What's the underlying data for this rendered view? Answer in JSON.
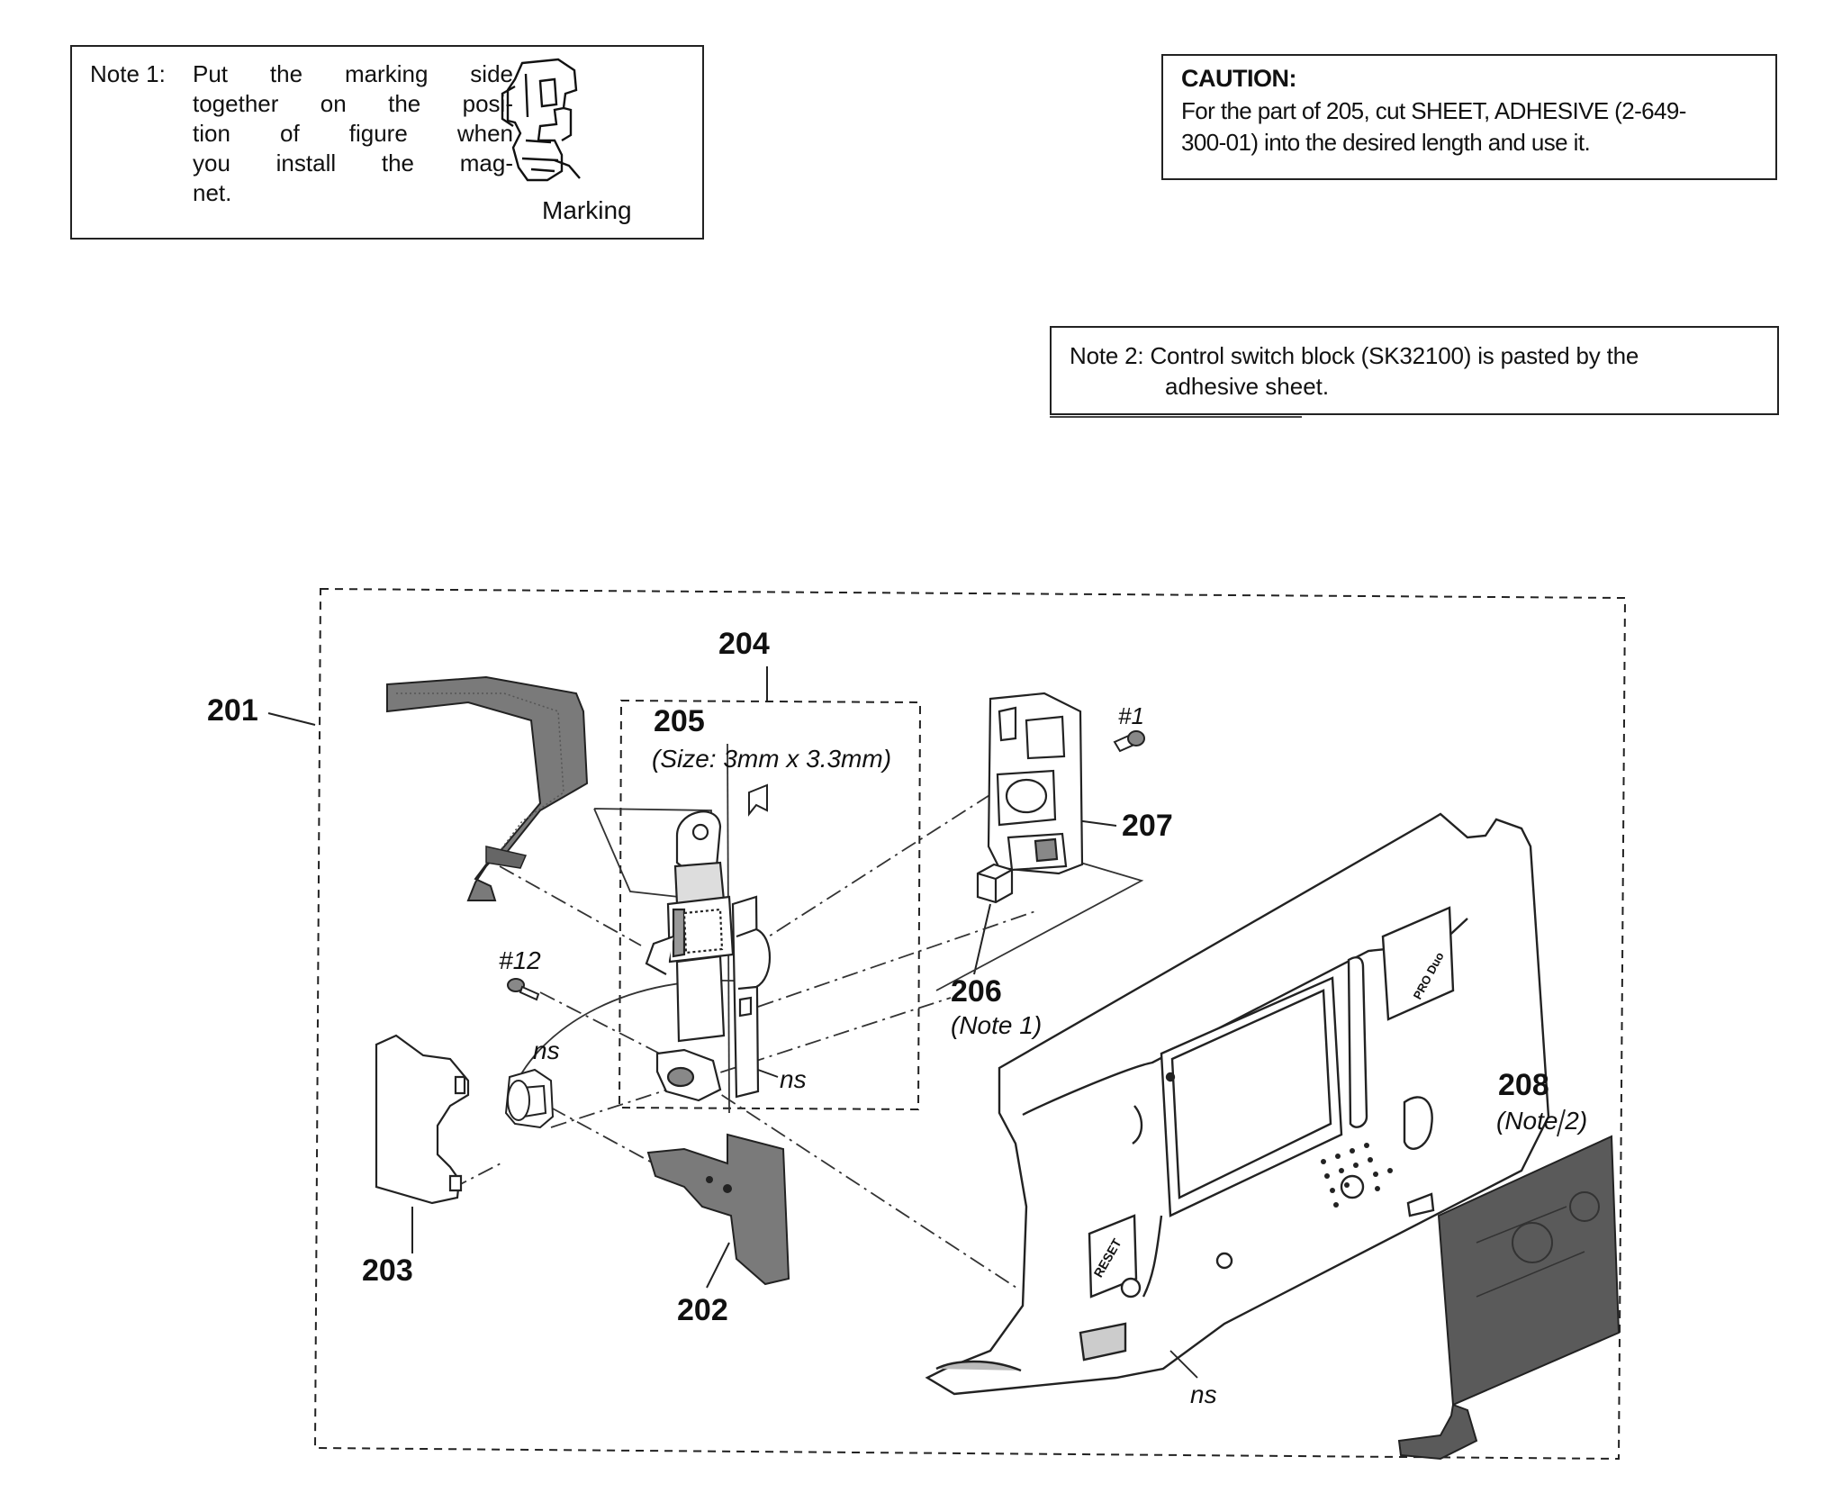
{
  "note1": {
    "label": "Note 1:",
    "lines": [
      "Put the marking side",
      "together on the posi-",
      "tion of figure when",
      "you install the mag-",
      "net."
    ],
    "marking_label": "Marking"
  },
  "caution": {
    "title": "CAUTION:",
    "lines": [
      "For the part of 205, cut SHEET, ADHESIVE (2-649-",
      "300-01) into the desired length and use it."
    ]
  },
  "note2": {
    "line1": "Note 2: Control switch block (SK32100) is pasted by the",
    "line2": "adhesive sheet."
  },
  "callouts": {
    "c201": "201",
    "c202": "202",
    "c203": "203",
    "c204": "204",
    "c205": "205",
    "c205_size": "(Size: 3mm x 3.3mm)",
    "c206": "206",
    "c206_note": "(Note 1)",
    "c207": "207",
    "c208": "208",
    "c208_note": "(Note 2)",
    "screw1": "#1",
    "screw12": "#12",
    "ns_a": "ns",
    "ns_b": "ns",
    "ns_c": "ns"
  },
  "panel_labels": {
    "reset": "RESET",
    "pro_duo": "PRO Duo"
  }
}
